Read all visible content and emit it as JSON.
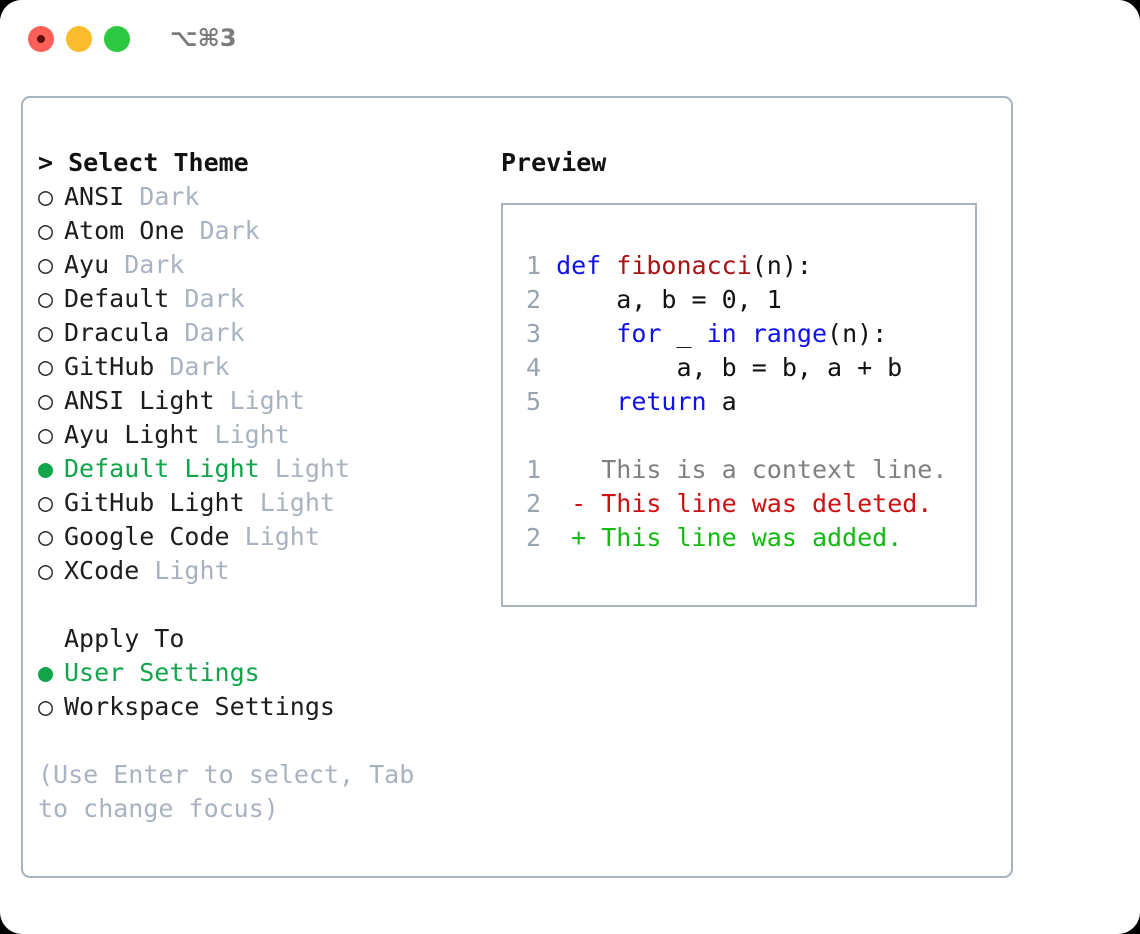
{
  "titlebar": {
    "shortcut": "⌥⌘3",
    "buttons": {
      "close": "close-button",
      "minimize": "minimize-button",
      "zoom": "zoom-button"
    }
  },
  "theme_picker": {
    "heading": "> Select Theme",
    "options": [
      {
        "bullet": "○",
        "name": "ANSI",
        "category": "Dark",
        "selected": false
      },
      {
        "bullet": "○",
        "name": "Atom One",
        "category": "Dark",
        "selected": false
      },
      {
        "bullet": "○",
        "name": "Ayu",
        "category": "Dark",
        "selected": false
      },
      {
        "bullet": "○",
        "name": "Default",
        "category": "Dark",
        "selected": false
      },
      {
        "bullet": "○",
        "name": "Dracula",
        "category": "Dark",
        "selected": false
      },
      {
        "bullet": "○",
        "name": "GitHub",
        "category": "Dark",
        "selected": false
      },
      {
        "bullet": "○",
        "name": "ANSI Light",
        "category": "Light",
        "selected": false
      },
      {
        "bullet": "○",
        "name": "Ayu Light",
        "category": "Light",
        "selected": false
      },
      {
        "bullet": "●",
        "name": "Default Light",
        "category": "Light",
        "selected": true
      },
      {
        "bullet": "○",
        "name": "GitHub Light",
        "category": "Light",
        "selected": false
      },
      {
        "bullet": "○",
        "name": "Google Code",
        "category": "Light",
        "selected": false
      },
      {
        "bullet": "○",
        "name": "XCode",
        "category": "Light",
        "selected": false
      }
    ]
  },
  "apply_to": {
    "label": "Apply To",
    "options": [
      {
        "bullet": "●",
        "name": "User Settings",
        "selected": true
      },
      {
        "bullet": "○",
        "name": "Workspace Settings",
        "selected": false
      }
    ]
  },
  "hint": "(Use Enter to select, Tab to change focus)",
  "preview": {
    "title": "Preview",
    "code_lines": [
      {
        "no": "1",
        "tokens": [
          {
            "t": " ",
            "c": "plain"
          },
          {
            "t": "def",
            "c": "kw"
          },
          {
            "t": " ",
            "c": "plain"
          },
          {
            "t": "fibonacci",
            "c": "fn"
          },
          {
            "t": "(n):",
            "c": "plain"
          }
        ]
      },
      {
        "no": "2",
        "tokens": [
          {
            "t": "     a, b = 0, 1",
            "c": "plain"
          }
        ]
      },
      {
        "no": "3",
        "tokens": [
          {
            "t": "     ",
            "c": "plain"
          },
          {
            "t": "for",
            "c": "kw"
          },
          {
            "t": " _ ",
            "c": "plain"
          },
          {
            "t": "in",
            "c": "kw"
          },
          {
            "t": " ",
            "c": "plain"
          },
          {
            "t": "range",
            "c": "kw"
          },
          {
            "t": "(n):",
            "c": "plain"
          }
        ]
      },
      {
        "no": "4",
        "tokens": [
          {
            "t": "         a, b = b, a + b",
            "c": "plain"
          }
        ]
      },
      {
        "no": "5",
        "tokens": [
          {
            "t": "     ",
            "c": "plain"
          },
          {
            "t": "return",
            "c": "kw"
          },
          {
            "t": " a",
            "c": "plain"
          }
        ]
      }
    ],
    "diff_lines": [
      {
        "no": "1",
        "marker": " ",
        "text": " This is a context line.",
        "kind": "ctx"
      },
      {
        "no": "2",
        "marker": "-",
        "text": " This line was deleted.",
        "kind": "del"
      },
      {
        "no": "2",
        "marker": "+",
        "text": " This line was added.",
        "kind": "add"
      }
    ]
  },
  "colors": {
    "accent_green": "#10a54a",
    "border": "#a8b2c0",
    "muted": "#a8b2c0",
    "keyword_blue": "#1111ee",
    "function_red": "#a81313",
    "diff_delete": "#cc1111",
    "diff_add": "#11bb11",
    "diff_context": "#808080"
  }
}
